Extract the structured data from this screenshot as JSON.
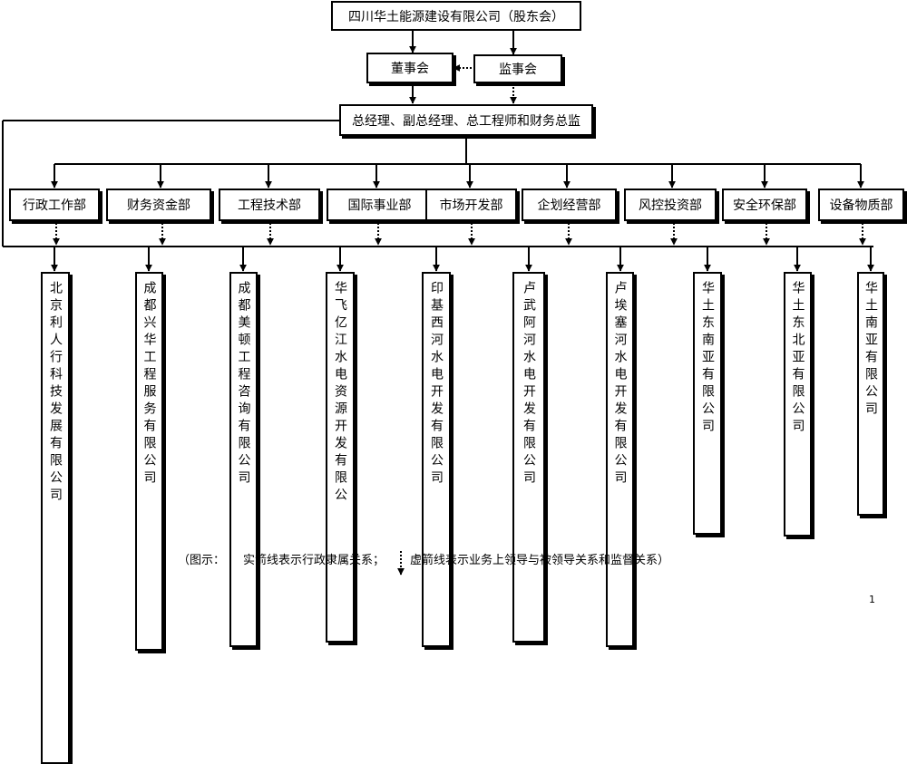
{
  "top": {
    "label": "四川华土能源建设有限公司（股东会）"
  },
  "board": {
    "label": "董事会"
  },
  "supervisors": {
    "label": "监事会"
  },
  "management": {
    "label": "总经理、副总经理、总工程师和财务总监"
  },
  "departments": [
    "行政工作部",
    "财务资金部",
    "工程技术部",
    "国际事业部",
    "市场开发部",
    "企划经营部",
    "风控投资部",
    "安全环保部",
    "设备物质部"
  ],
  "subsidiaries": [
    "北京利人行科技发展有限公司",
    "成都兴华工程服务有限公司",
    "成都美顿工程咨询有限公司",
    "华飞亿江水电资源开发有限公",
    "印基西河水电开发有限公司",
    "卢武阿河水电开发有限公司",
    "卢埃塞河水电开发有限公司",
    "华土东南亚有限公司",
    "华土东北亚有限公司",
    "华土南亚有限公司"
  ],
  "legend": {
    "prefix": "（图示：",
    "solid": "实箭线表示行政隶属关系；",
    "dotted": "虚箭线表示业务上领导与被领导关系和监督关系）"
  },
  "page_number": "1"
}
